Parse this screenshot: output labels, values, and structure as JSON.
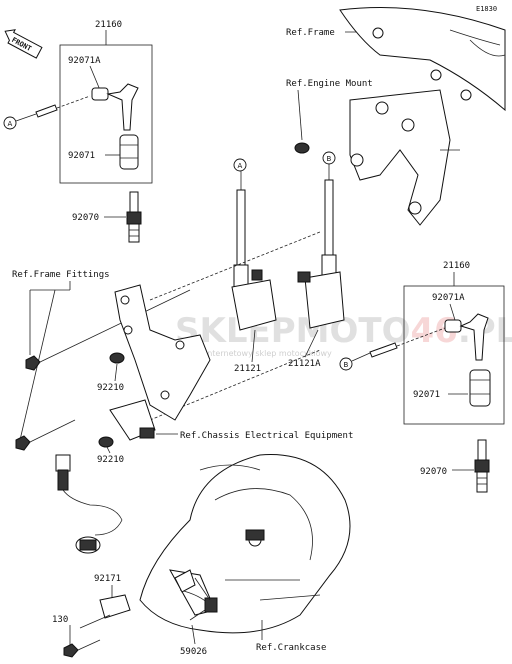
{
  "diagram": {
    "code": "E1830",
    "front_label": "FRONT",
    "watermark": {
      "main_prefix": "SKLEPMOTO",
      "main_red": "46",
      "main_suffix": ".PL",
      "sub": "internetowy sklep motocyklowy"
    },
    "refs": {
      "frame": "Ref.Frame",
      "engine_mount": "Ref.Engine Mount",
      "frame_fittings": "Ref.Frame Fittings",
      "chassis_electrical": "Ref.Chassis Electrical Equipment",
      "crankcase": "Ref.Crankcase"
    },
    "parts": {
      "p21160_top": "21160",
      "p92071a_top": "92071A",
      "p92071_top": "92071",
      "p92070_top": "92070",
      "p21160_right": "21160",
      "p92071a_right": "92071A",
      "p92071_right": "92071",
      "p92070_right": "92070",
      "p92210_a": "92210",
      "p92210_b": "92210",
      "p21121": "21121",
      "p21121a": "21121A",
      "p92171": "92171",
      "p130": "130",
      "p59026": "59026"
    },
    "circle_tags": {
      "a_left": "A",
      "a_top": "A",
      "b_top": "B",
      "b_right": "B"
    }
  }
}
